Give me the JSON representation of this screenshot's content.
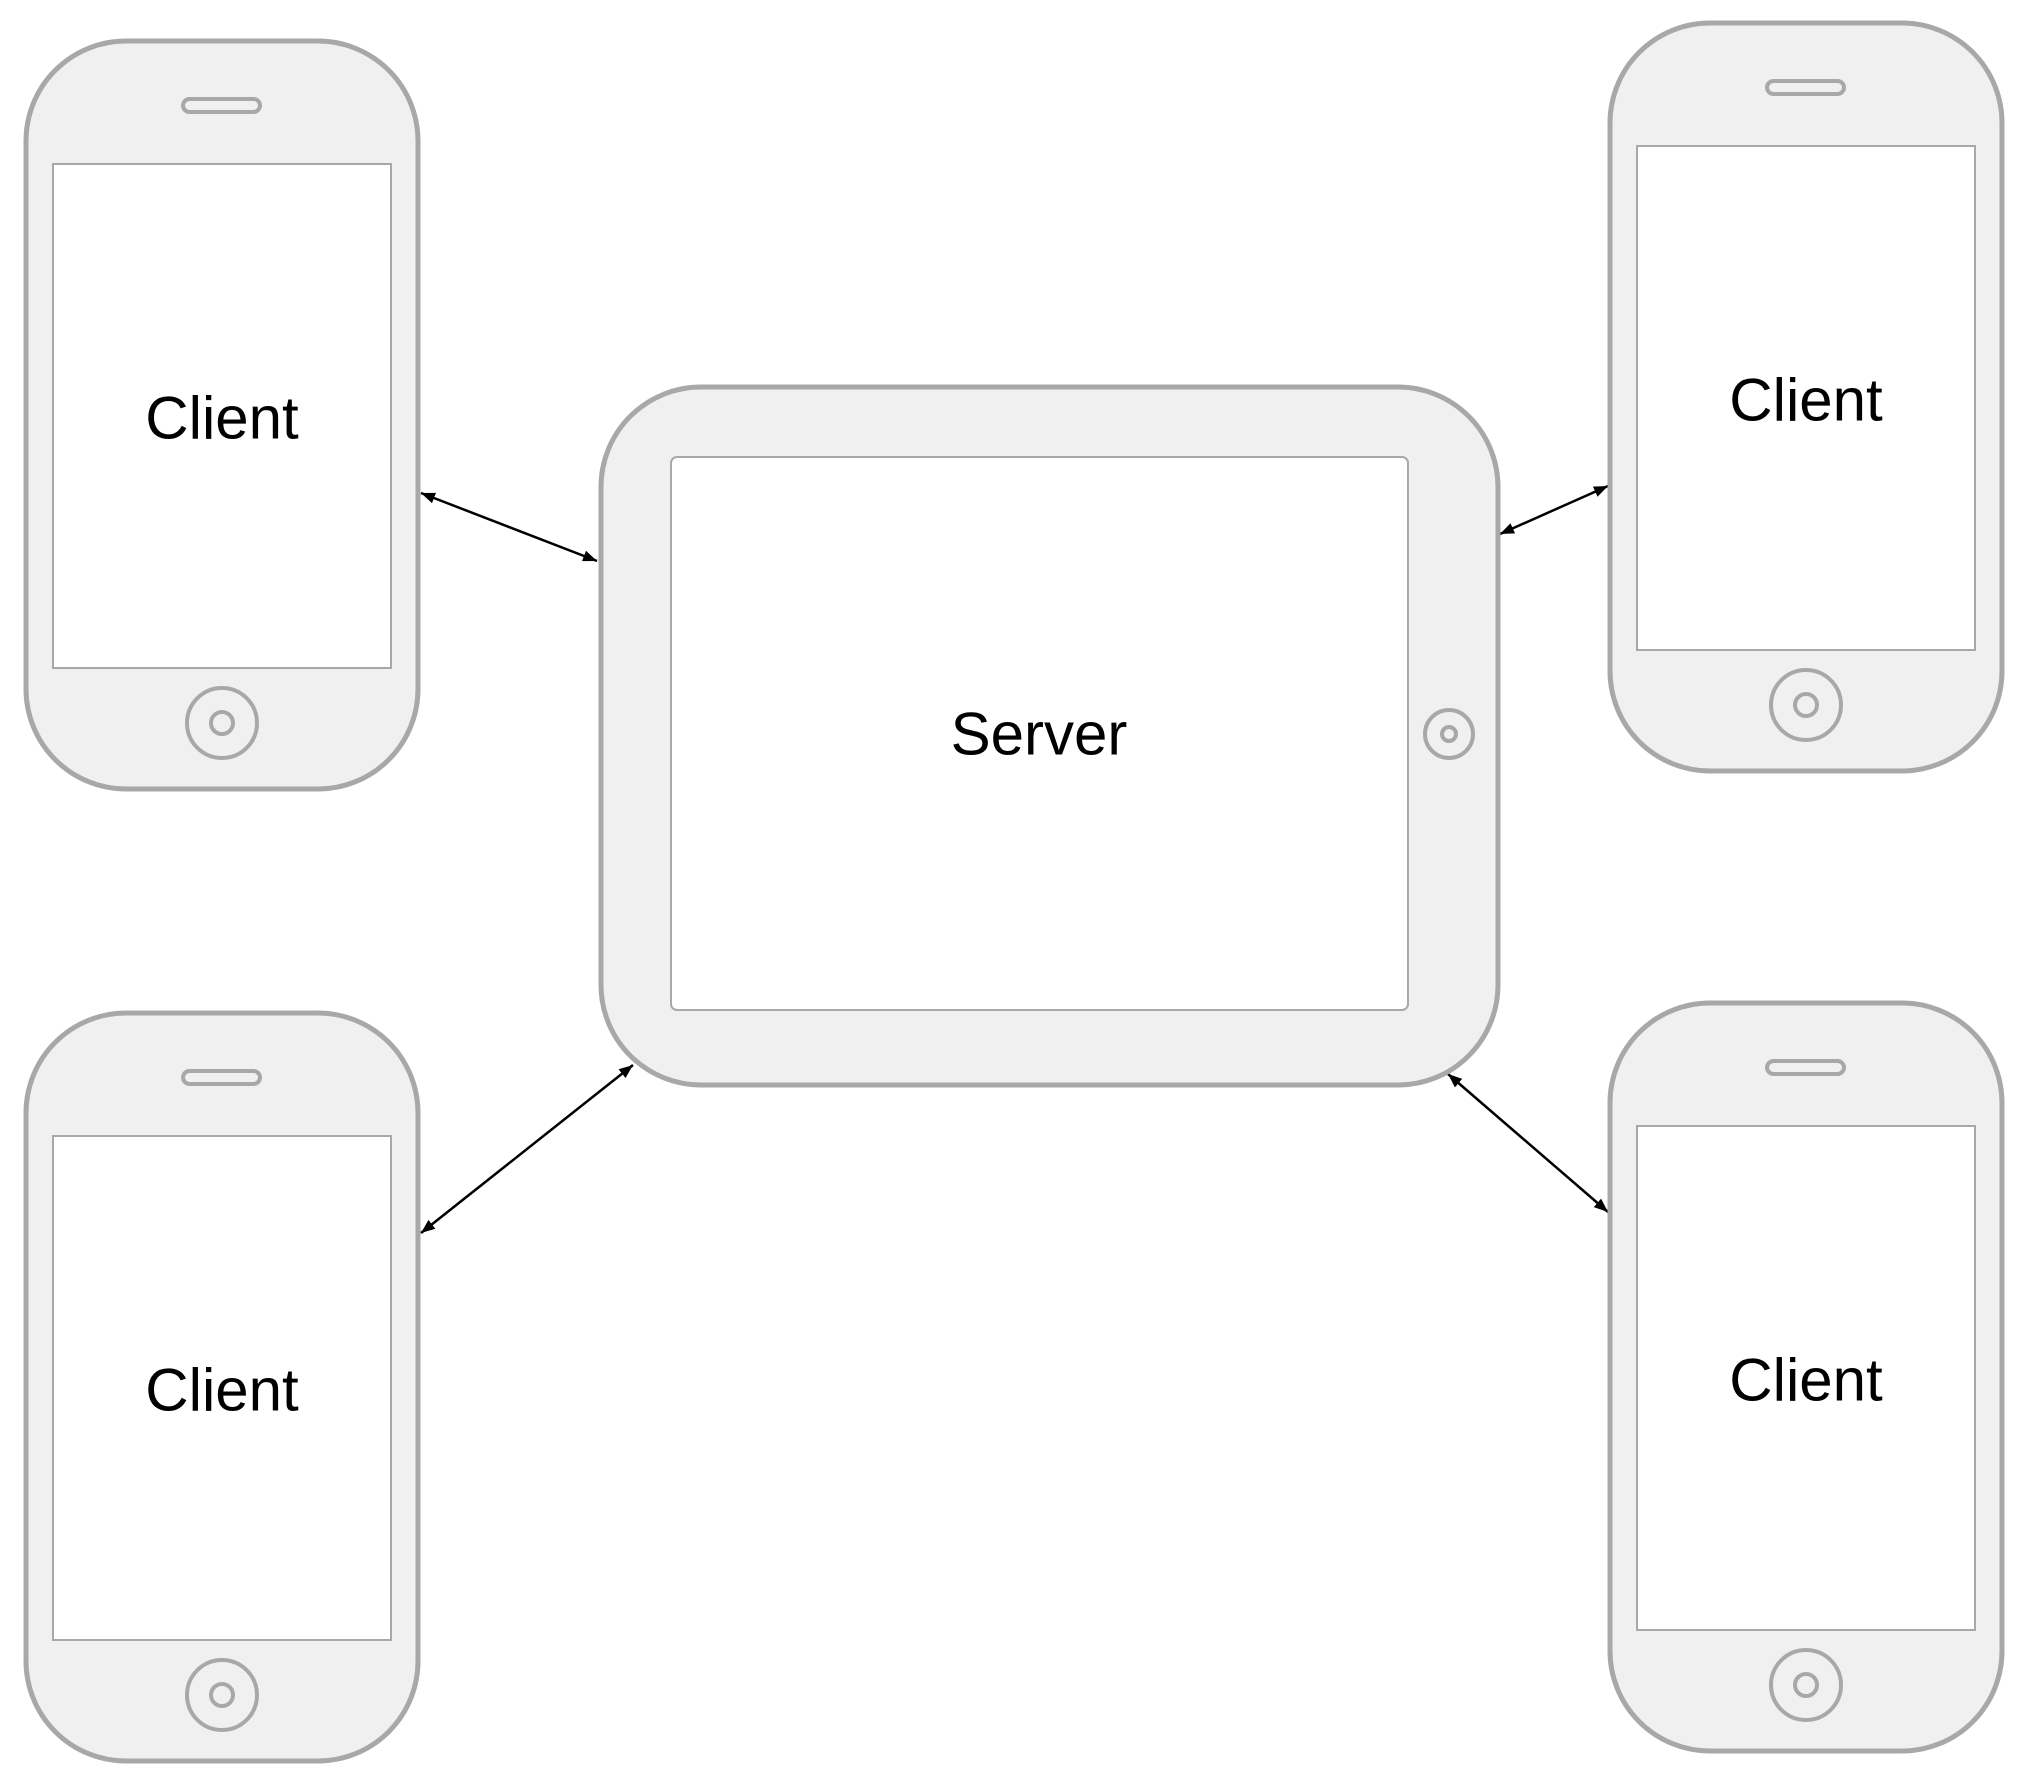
{
  "diagram": {
    "server": {
      "label": "Server"
    },
    "clients": [
      {
        "label": "Client"
      },
      {
        "label": "Client"
      },
      {
        "label": "Client"
      },
      {
        "label": "Client"
      }
    ],
    "connections": [
      {
        "from": "clients.0",
        "to": "server",
        "direction": "bidirectional"
      },
      {
        "from": "clients.1",
        "to": "server",
        "direction": "bidirectional"
      },
      {
        "from": "clients.2",
        "to": "server",
        "direction": "bidirectional"
      },
      {
        "from": "clients.3",
        "to": "server",
        "direction": "bidirectional"
      }
    ],
    "colors": {
      "device_fill": "#f0f0f0",
      "device_stroke": "#a8a8a8",
      "screen_fill": "#ffffff",
      "connector": "#000000",
      "text": "#000000"
    }
  }
}
